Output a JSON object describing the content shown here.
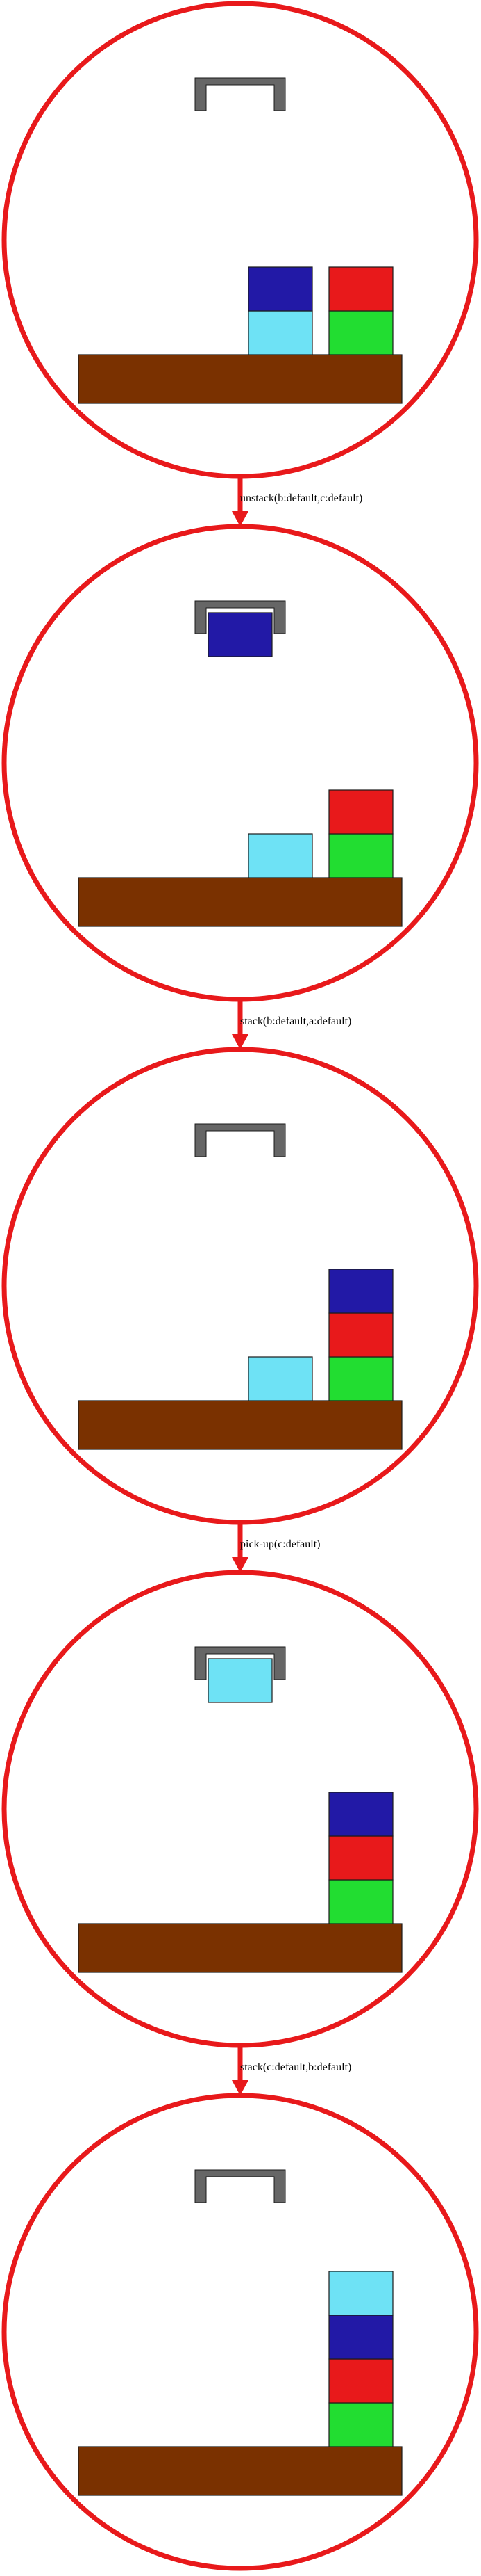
{
  "colors": {
    "table": "#7a3100",
    "gripper": "#666666",
    "ring": "#e8191b",
    "blocks": {
      "a": "#e8191b",
      "b": "#2219a6",
      "c": "#6ee2f5",
      "d": "#22dd31"
    }
  },
  "states": [
    {
      "held": null,
      "stacks": {
        "left": [
          "c",
          "b"
        ],
        "right": [
          "d",
          "a"
        ]
      }
    },
    {
      "held": "b",
      "stacks": {
        "left": [
          "c"
        ],
        "right": [
          "d",
          "a"
        ]
      }
    },
    {
      "held": null,
      "stacks": {
        "left": [
          "c"
        ],
        "right": [
          "d",
          "a",
          "b"
        ]
      }
    },
    {
      "held": "c",
      "stacks": {
        "left": [],
        "right": [
          "d",
          "a",
          "b"
        ]
      }
    },
    {
      "held": null,
      "stacks": {
        "left": [],
        "right": [
          "d",
          "a",
          "b",
          "c"
        ]
      }
    }
  ],
  "actions": [
    "unstack(b:default,c:default)",
    "stack(b:default,a:default)",
    "pick-up(c:default)",
    "stack(c:default,b:default)"
  ]
}
